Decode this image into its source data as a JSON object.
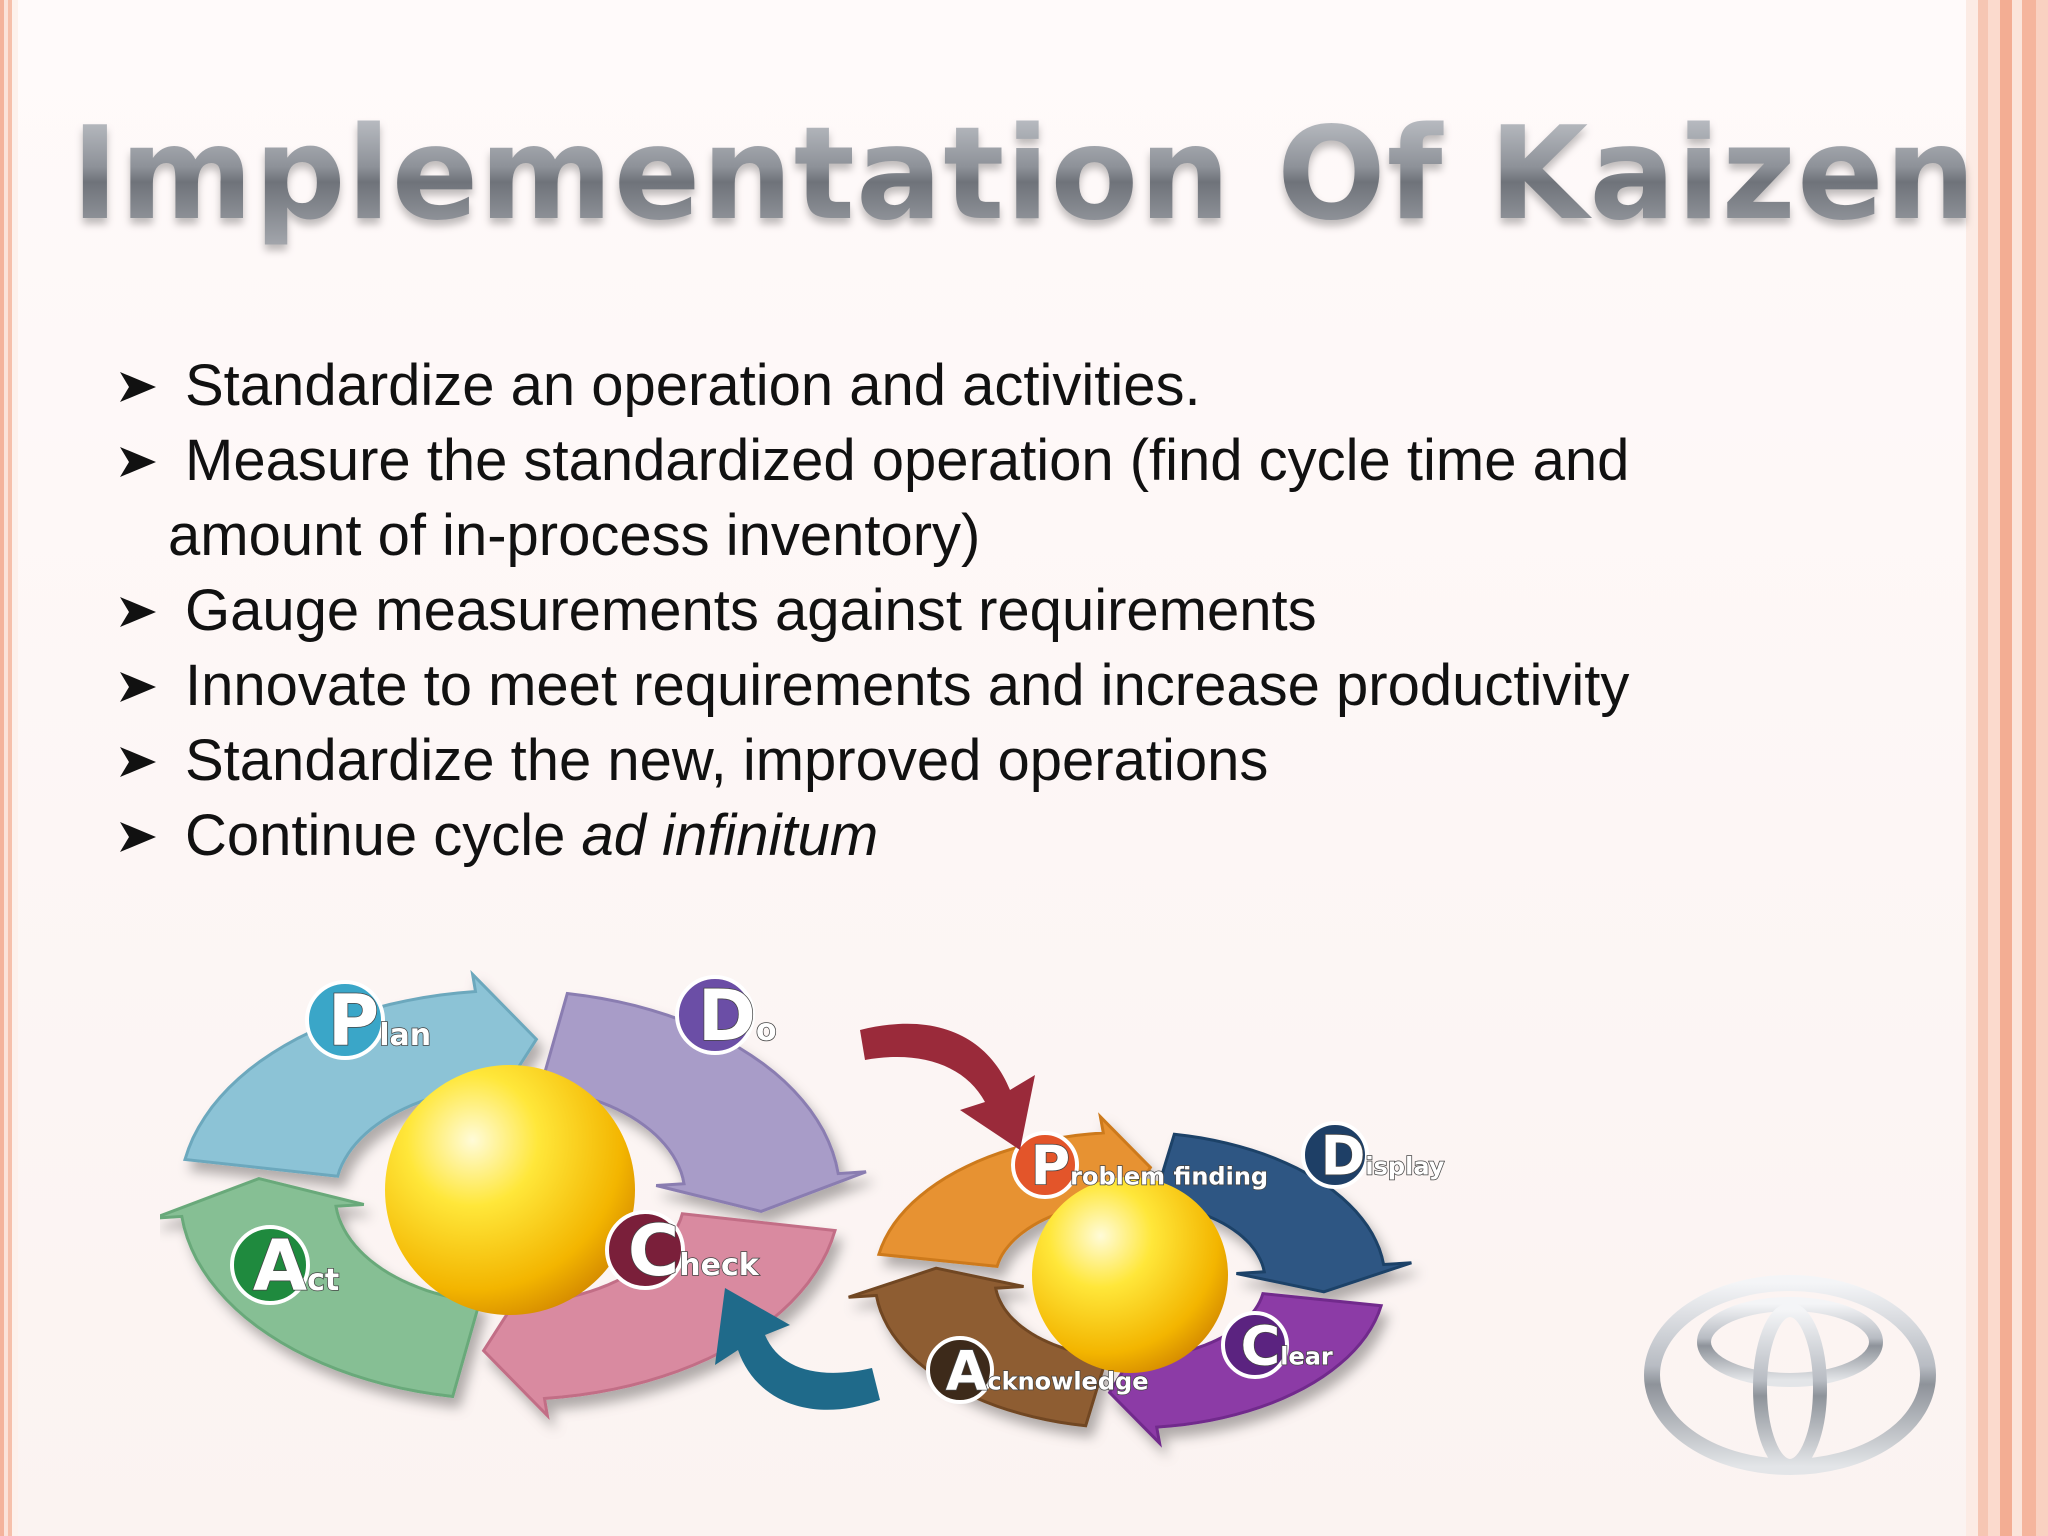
{
  "slide": {
    "title": "Implementation Of Kaizen",
    "bullets": [
      {
        "text": "Standardize an operation and activities."
      },
      {
        "text": "Measure the standardized operation (find cycle time and",
        "continuation": "amount of in-process inventory)"
      },
      {
        "text": "Gauge measurements against requirements"
      },
      {
        "text": "Innovate to meet requirements and increase productivity"
      },
      {
        "text": "Standardize the new, improved operations"
      },
      {
        "text": "Continue cycle ",
        "italic": "ad infinitum"
      }
    ]
  },
  "diagram": {
    "pdca": [
      {
        "initial": "P",
        "rest": "lan",
        "color": "#3aa6c8"
      },
      {
        "initial": "D",
        "rest": "o",
        "color": "#6b4ea6"
      },
      {
        "initial": "C",
        "rest": "heck",
        "color": "#7a1f3a"
      },
      {
        "initial": "A",
        "rest": "ct",
        "color": "#1f8a3e"
      }
    ],
    "pdca_segment_colors": [
      "#8cc3d6",
      "#a89cc8",
      "#d98aa0",
      "#86bf94"
    ],
    "pdca_segment_edges": [
      "#6ca8bd",
      "#8a7db1",
      "#c26e86",
      "#69a97a"
    ],
    "pdca2": [
      {
        "initial": "P",
        "rest": "roblem finding",
        "color": "#e3552a"
      },
      {
        "initial": "D",
        "rest": "isplay",
        "color": "#1e3f66"
      },
      {
        "initial": "C",
        "rest": "lear",
        "color": "#5b2380"
      },
      {
        "initial": "A",
        "rest": "cknowledge",
        "color": "#3d2a1a"
      }
    ],
    "pdca2_segment_colors": [
      "#e79230",
      "#2f5783",
      "#8c3ba6",
      "#8e5d33"
    ],
    "pdca2_segment_edges": [
      "#cd7a1c",
      "#1f4268",
      "#712a8c",
      "#714624"
    ],
    "arrow_colors": {
      "forward": "#9a2a3a",
      "back": "#1f6a8a"
    }
  },
  "logo": {
    "name": "toyota-logo-icon",
    "color": "#9ea3aa"
  }
}
